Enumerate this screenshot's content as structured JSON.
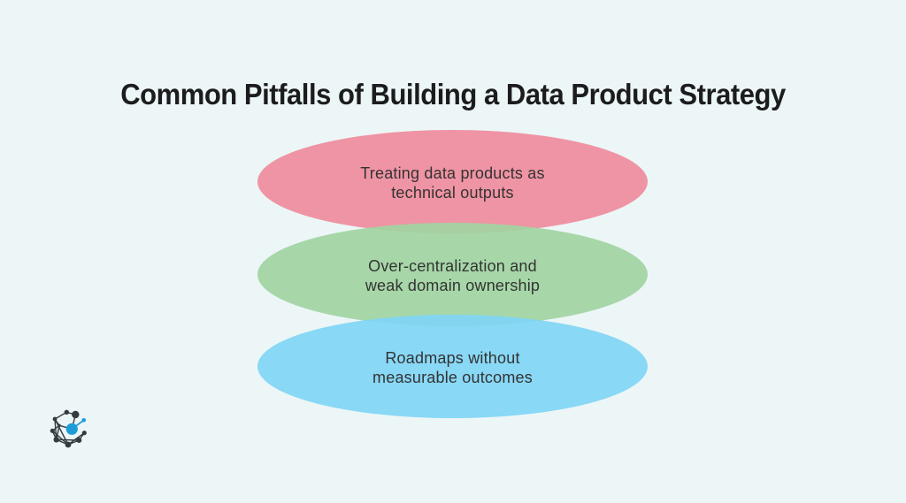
{
  "title": "Common Pitfalls of Building a Data Product Strategy",
  "pitfalls": [
    {
      "line1": "Treating data products as",
      "line2": "technical outputs",
      "fill": "rgb(239, 148, 164)"
    },
    {
      "line1": "Over-centralization and",
      "line2": "weak domain ownership",
      "fill": "rgba(161, 212, 161, 0.92)"
    },
    {
      "line1": "Roadmaps without",
      "line2": "measurable outcomes",
      "fill": "rgba(128, 213, 245, 0.92)"
    }
  ],
  "logo": {
    "name": "network-graph-logo",
    "node_color": "#333b41",
    "accent_color": "#1e9cd8"
  },
  "canvas": {
    "background": "#ecf6f7",
    "title_color": "#1c1c1e",
    "body_text_color": "#333333"
  }
}
